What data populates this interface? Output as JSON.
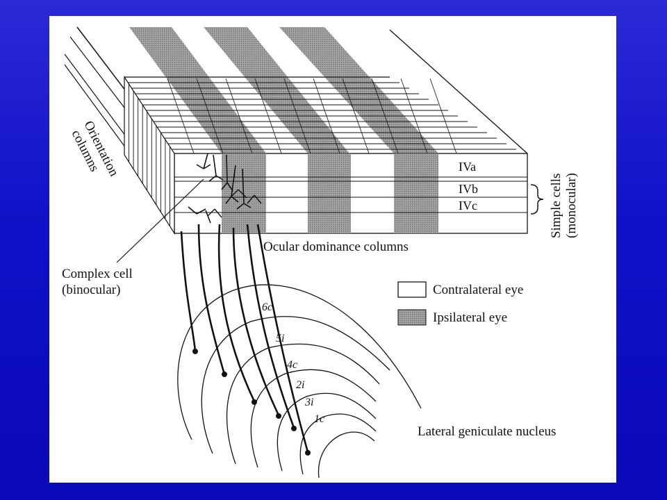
{
  "labels": {
    "orientation_columns": [
      "Orientation",
      "columns"
    ],
    "layers": {
      "a": "IVa",
      "b": "IVb",
      "c": "IVc"
    },
    "simple_cells": [
      "Simple cells",
      "(monocular)"
    ],
    "ocular_dominance": "Ocular dominance columns",
    "complex_cell": [
      "Complex cell",
      "(binocular)"
    ],
    "legend": {
      "contra": "Contralateral eye",
      "ipsi": "Ipsilateral eye"
    },
    "lgn_layers": [
      "6c",
      "5i",
      "4c",
      "2i",
      "3i",
      "1c"
    ],
    "lgn": "Lateral geniculate nucleus"
  },
  "colors": {
    "background": "#1818c8",
    "panel": "#ffffff",
    "ipsilateral": "#8a8a8a",
    "ink": "#111111"
  }
}
